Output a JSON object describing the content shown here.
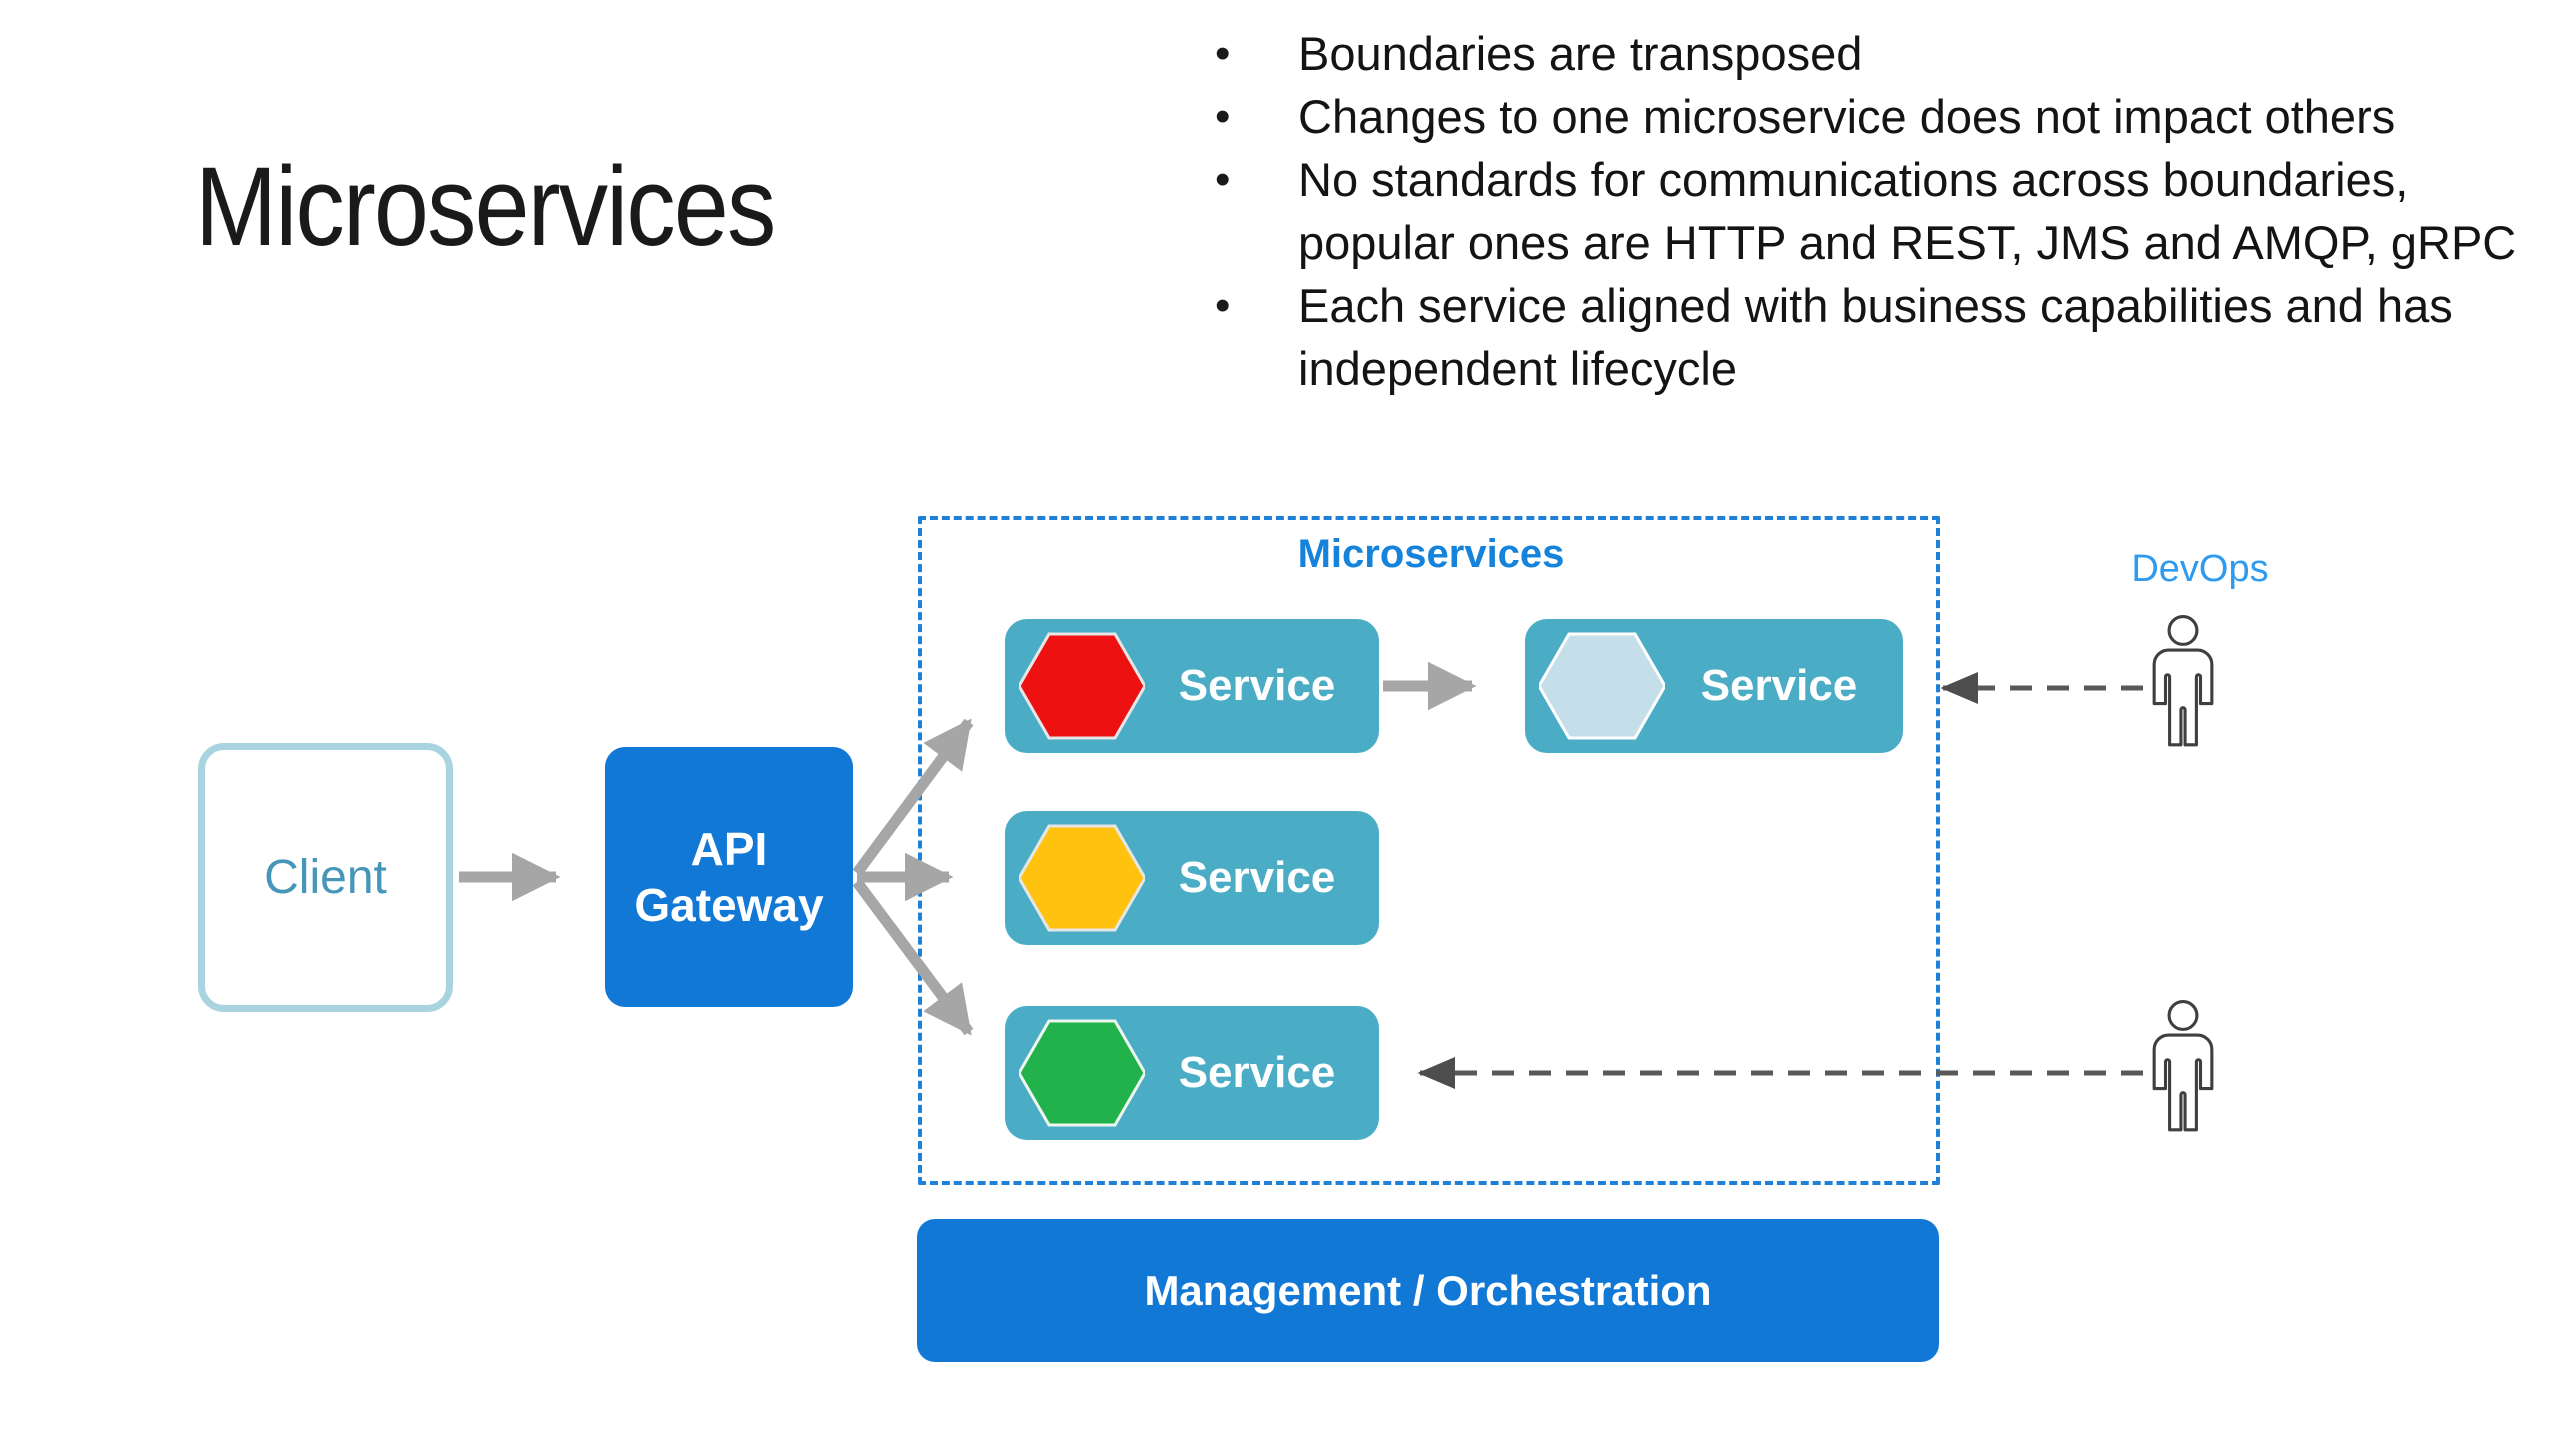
{
  "slide": {
    "title": "Microservices",
    "bullets": [
      {
        "lines": [
          "Boundaries are transposed"
        ]
      },
      {
        "lines": [
          "Changes to one microservice does not impact others"
        ]
      },
      {
        "lines": [
          "No standards for communications across boundaries,",
          "popular ones are HTTP and REST, JMS and AMQP, gRPC"
        ]
      },
      {
        "lines": [
          "Each service aligned with business capabilities and has",
          "independent lifecycle"
        ]
      }
    ],
    "bullet_marker": "•"
  },
  "diagram": {
    "client": {
      "label": "Client"
    },
    "api_gateway": {
      "lines": [
        "API",
        "Gateway"
      ]
    },
    "group": {
      "label": "Microservices"
    },
    "services": [
      {
        "label": "Service",
        "hex_icon": "red-hexagon",
        "hex_color": "#ee1111"
      },
      {
        "label": "Service",
        "hex_icon": "light-blue-hexagon",
        "hex_color": "#c5dfea"
      },
      {
        "label": "Service",
        "hex_icon": "orange-hexagon",
        "hex_color": "#ffc20e"
      },
      {
        "label": "Service",
        "hex_icon": "green-hexagon",
        "hex_color": "#21b24c"
      }
    ],
    "devops": {
      "label": "DevOps"
    },
    "management": {
      "label": "Management / Orchestration"
    }
  },
  "colors": {
    "primary_blue": "#1178d6",
    "dashed_border_blue": "#1e80d8",
    "group_label_blue": "#1583db",
    "devops_blue": "#2e9bf0",
    "service_teal": "#4bacc6",
    "client_border_teal": "#a8d3df",
    "client_text_teal": "#4596b8",
    "arrow_gray": "#a6a6a6",
    "dashed_arrow_gray": "#595959",
    "hexagon_stroke": "#e6e6e6"
  }
}
